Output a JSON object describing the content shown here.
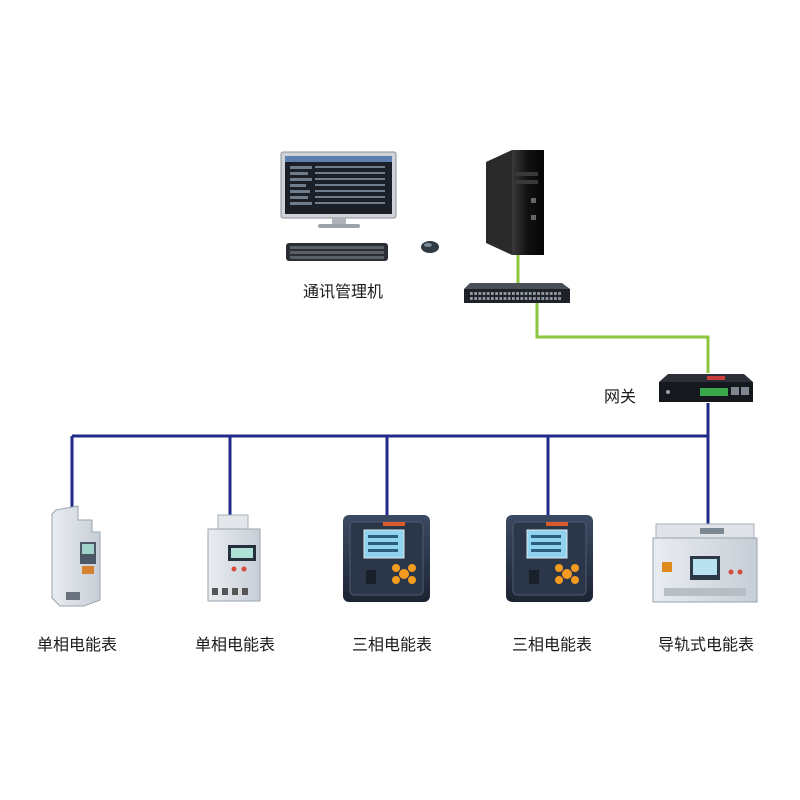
{
  "colors": {
    "bus_line": "#1f2a8a",
    "ethernet_line": "#8cc63f",
    "label_text": "#1a1a1a"
  },
  "nodes": {
    "management_pc": {
      "label": "通讯管理机",
      "icon": "desktop-computer-icon"
    },
    "server": {
      "icon": "tower-server-icon"
    },
    "switch": {
      "icon": "network-switch-icon"
    },
    "gateway": {
      "label": "网关",
      "icon": "gateway-icon"
    }
  },
  "meters": [
    {
      "label": "单相电能表",
      "icon": "single-phase-din-meter-icon"
    },
    {
      "label": "单相电能表",
      "icon": "single-phase-din-meter-icon"
    },
    {
      "label": "三相电能表",
      "icon": "three-phase-panel-meter-icon"
    },
    {
      "label": "三相电能表",
      "icon": "three-phase-panel-meter-icon"
    },
    {
      "label": "导轨式电能表",
      "icon": "din-rail-meter-icon"
    }
  ]
}
